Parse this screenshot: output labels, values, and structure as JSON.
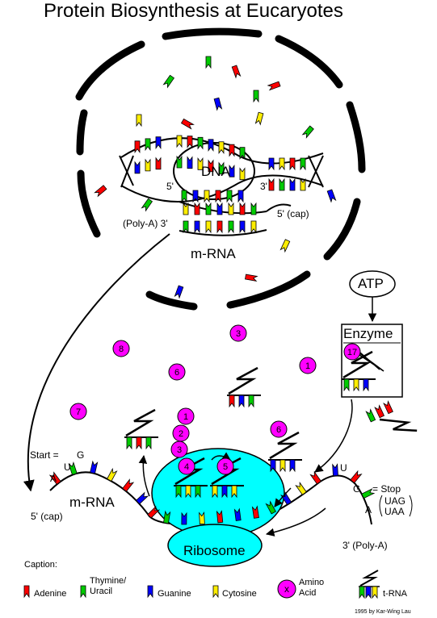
{
  "title": "Protein Biosynthesis at Eucaryotes",
  "nucleus": {
    "dna_label": "DNA",
    "five_prime": "5'",
    "three_prime": "3'",
    "mrna_left_end": "(Poly-A) 3'",
    "mrna_right_end": "5' (cap)",
    "mrna_label": "m-RNA"
  },
  "atp_label": "ATP",
  "enzyme_label": "Enzyme",
  "translation": {
    "start_label": "Start =",
    "start_codon": [
      "A",
      "U",
      "G"
    ],
    "mrna_label": "m-RNA",
    "five_prime_cap": "5' (cap)",
    "three_prime_polya": "3' (Poly-A)",
    "ribosome_label": "Ribosome",
    "stop_codon_letters": [
      "U",
      "G",
      "A"
    ],
    "stop_label": "= Stop",
    "stop_alternatives": [
      "UAG",
      "UAA"
    ]
  },
  "amino_acids": [
    "8",
    "6",
    "3",
    "1",
    "7",
    "17",
    "1",
    "2",
    "3",
    "4",
    "5",
    "6"
  ],
  "caption": {
    "heading": "Caption:",
    "items": [
      {
        "label": "Adenine",
        "color": "#ff0000"
      },
      {
        "label": "Thymine/\nUracil",
        "color": "#00cc00"
      },
      {
        "label": "Guanine",
        "color": "#0000ff"
      },
      {
        "label": "Cytosine",
        "color": "#ffee00"
      },
      {
        "label": "Amino\nAcid",
        "color": "#ff00ff"
      },
      {
        "label": "t-RNA",
        "color": "#000000"
      }
    ],
    "amino_symbol": "x"
  },
  "credit": "1995 by Kar-Wing Lau",
  "colors": {
    "adenine": "#ff0000",
    "uracil": "#00cc00",
    "guanine": "#0000ff",
    "cytosine": "#ffee00",
    "amino_acid": "#ff00ff",
    "ribosome": "#00ffff"
  }
}
